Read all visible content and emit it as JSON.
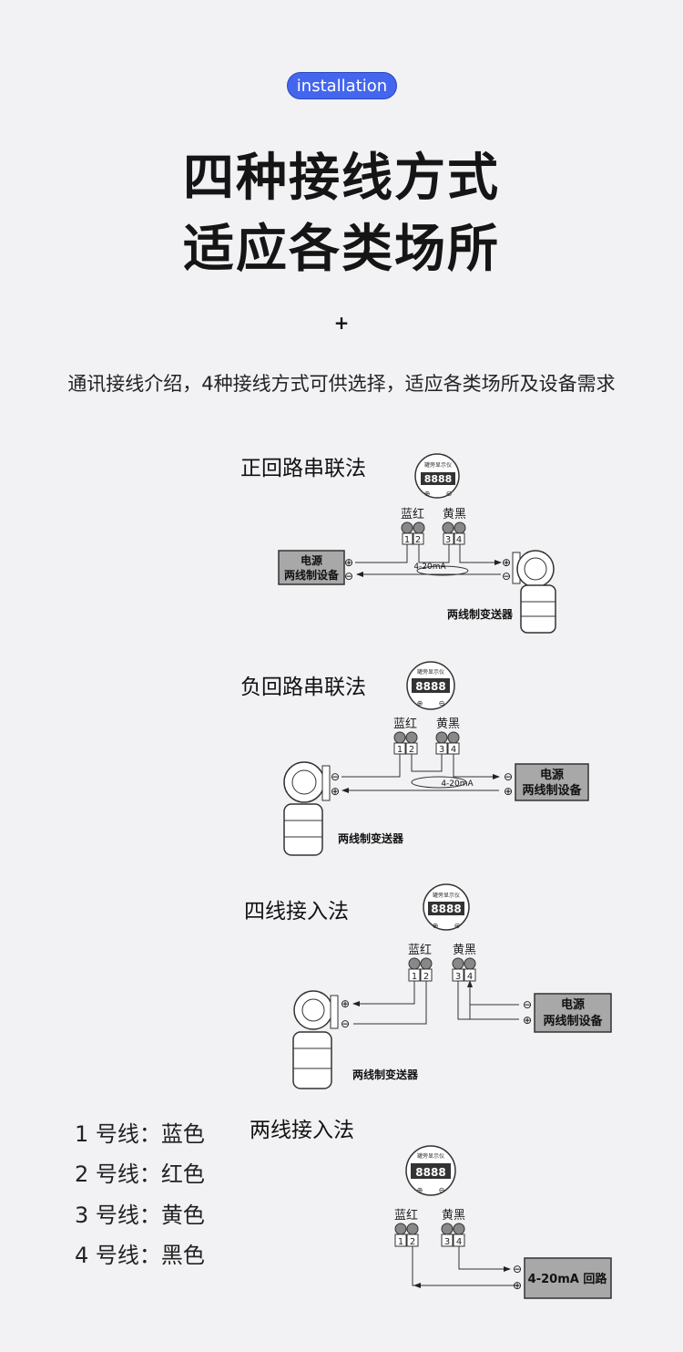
{
  "header": {
    "badge": "installation",
    "title_line1": "四种接线方式",
    "title_line2": "适应各类场所",
    "plus": "+",
    "intro": "通讯接线介绍，4种接线方式可供选择，适应各类场所及设备需求"
  },
  "diagrams": {
    "d1": {
      "title": "正回路串联法",
      "meter_name": "罐旁显示仪",
      "digits": "8888",
      "label_left": "蓝红",
      "label_right": "黄黑",
      "t1": "1",
      "t2": "2",
      "t3": "3",
      "t4": "4",
      "current": "4-20mA",
      "power_line1": "电源",
      "power_line2": "两线制设备",
      "transmitter": "两线制变送器"
    },
    "d2": {
      "title": "负回路串联法",
      "meter_name": "罐旁显示仪",
      "digits": "8888",
      "label_left": "蓝红",
      "label_right": "黄黑",
      "t1": "1",
      "t2": "2",
      "t3": "3",
      "t4": "4",
      "current": "4-20mA",
      "power_line1": "电源",
      "power_line2": "两线制设备",
      "transmitter": "两线制变送器"
    },
    "d3": {
      "title": "四线接入法",
      "meter_name": "罐旁显示仪",
      "digits": "8888",
      "label_left": "蓝红",
      "label_right": "黄黑",
      "t1": "1",
      "t2": "2",
      "t3": "3",
      "t4": "4",
      "power_line1": "电源",
      "power_line2": "两线制设备",
      "transmitter": "两线制变送器"
    },
    "d4": {
      "title": "两线接入法",
      "meter_name": "罐旁显示仪",
      "digits": "8888",
      "label_left": "蓝红",
      "label_right": "黄黑",
      "t1": "1",
      "t2": "2",
      "t3": "3",
      "t4": "4",
      "loop": "4-20mA 回路"
    }
  },
  "legend": [
    "1 号线：蓝色",
    "2 号线：红色",
    "3 号线：黄色",
    "4 号线：黑色"
  ]
}
